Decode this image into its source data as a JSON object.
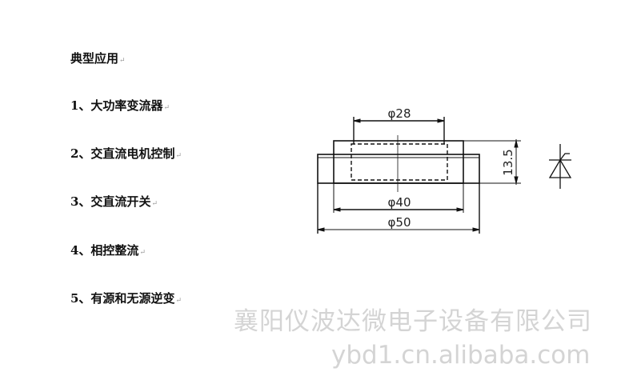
{
  "document": {
    "heading": "典型应用",
    "items": [
      "1、大功率变流器",
      "2、交直流电机控制",
      "3、交直流开关",
      "4、相控整流",
      "5、有源和无源逆变"
    ],
    "paragraph_mark": "↵"
  },
  "drawing": {
    "dim_top": "φ28",
    "dim_inner": "φ40",
    "dim_outer": "φ50",
    "dim_height": "13.5",
    "symbol": "thyristor-symbol"
  },
  "watermark": {
    "company": "襄阳仪波达微电子设备有限公司",
    "site": "ybd1.cn.alibaba.com"
  }
}
